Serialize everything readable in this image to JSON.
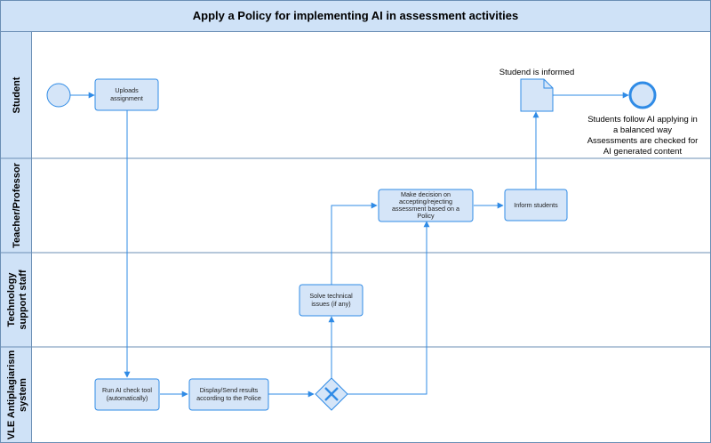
{
  "diagram": {
    "title": "Apply a Policy for implementing AI in assessment activities",
    "lanes": [
      {
        "id": "student",
        "lines": [
          "Student"
        ]
      },
      {
        "id": "teacher",
        "lines": [
          "Teacher/Professor"
        ]
      },
      {
        "id": "tech",
        "lines": [
          "Technology",
          "support staff"
        ]
      },
      {
        "id": "vle",
        "lines": [
          "VLE Antiplagiarism",
          "system"
        ]
      }
    ],
    "tasks": {
      "upload": [
        "Uploads",
        "assignment"
      ],
      "decision": [
        "Make decision on",
        "accepting/rejecting",
        "assessment based on a",
        "Policy"
      ],
      "inform": [
        "Inform students"
      ],
      "solve": [
        "Solve technical",
        "issues (if any)"
      ],
      "run_ai": [
        "Run AI check tool",
        "(automatically)"
      ],
      "display": [
        "Display/Send results",
        "according to the Police"
      ]
    },
    "document_label": "Studend is informed",
    "end_note": [
      "Students follow AI applying in",
      "a balanced way",
      "Assessments are checked for",
      "AI generated content"
    ],
    "colors": {
      "accent": "#2f8be6",
      "task_fill": "#d5e5f8",
      "header_fill": "#cfe2f7",
      "border": "#6b8fb5"
    }
  }
}
